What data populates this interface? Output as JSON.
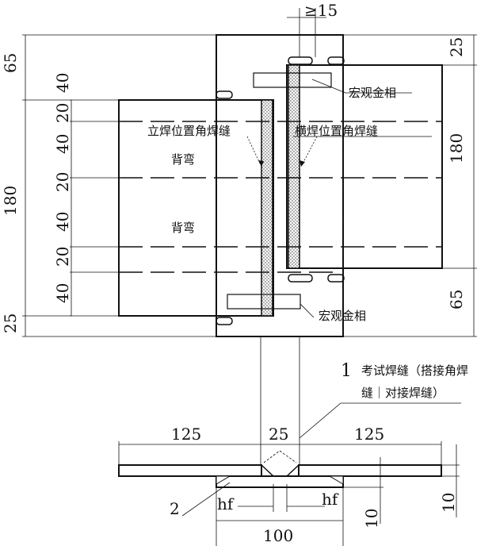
{
  "labels": {
    "top_dim": "≥15",
    "dim_65_top": "65",
    "dim_25_top_right": "25",
    "dim_180_left": "180",
    "dim_180_right": "180",
    "dim_25_bottom_left": "25",
    "dim_65_bottom_right": "65",
    "left_col": [
      "40",
      "20",
      "40",
      "20",
      "40",
      "20",
      "40"
    ],
    "macro_top": "宏观金相",
    "macro_bottom": "宏观金相",
    "vertical_fillet": "立焊位置角焊缝",
    "horizontal_fillet": "横焊位置角焊缝",
    "bend1": "背弯",
    "bend2": "背弯",
    "note_num": "1",
    "note_line1": "考试焊缝（搭接角焊",
    "note_line2": "缝｜对接焊缝）",
    "sec_125_left": "125",
    "sec_25": "25",
    "sec_125_right": "125",
    "label_2": "2",
    "hf_left": "hf",
    "hf_right": "hf",
    "sec_100": "100",
    "t10_a": "10",
    "t10_b": "10"
  }
}
